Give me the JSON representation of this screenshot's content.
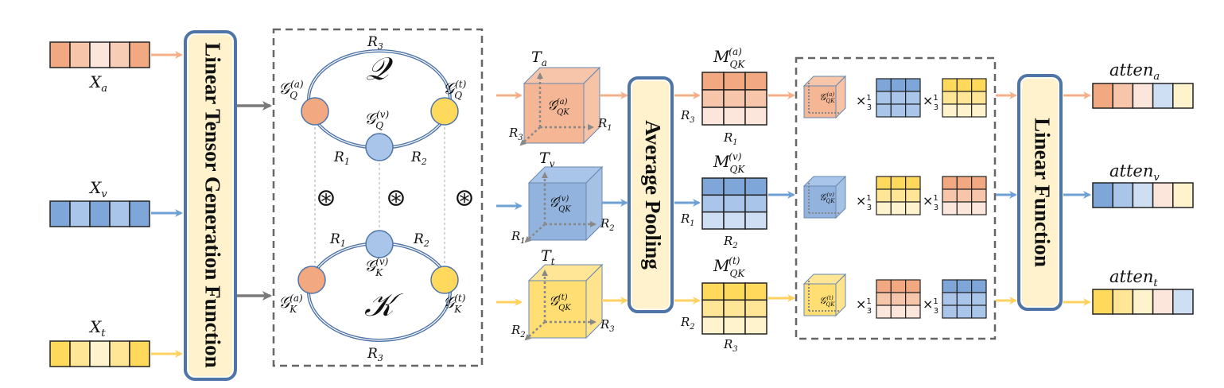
{
  "colors": {
    "orange": [
      "#F2A982",
      "#F7C6AA",
      "#FCE6DB"
    ],
    "blue": [
      "#7FA6D8",
      "#A9C6EA",
      "#CFDFF3"
    ],
    "yellow": [
      "#FFD95C",
      "#FFE697",
      "#FFF3CE"
    ],
    "box_fill": "#FFF2CC",
    "box_border": "#4F74A8",
    "arrow_orange": "#F3B08A",
    "arrow_blue": "#6FA0D4",
    "arrow_yellow": "#FFD260",
    "arrow_gray": "#7A7A7A",
    "dash": "#666666"
  },
  "inputs": {
    "xa": {
      "label": "X",
      "sub": "a",
      "cells": [
        "#F2A982",
        "#F7C6AA",
        "#FCE6DB",
        "#F7CDB5",
        "#F2A982"
      ]
    },
    "xv": {
      "label": "X",
      "sub": "v",
      "cells": [
        "#7FA6D8",
        "#A9C6EA",
        "#7FA6D8",
        "#A9C6EA",
        "#7FA6D8"
      ]
    },
    "xt": {
      "label": "X",
      "sub": "t",
      "cells": [
        "#FFD95C",
        "#FFE697",
        "#FFF3CE",
        "#FFE697",
        "#FFD95C"
      ]
    }
  },
  "boxes": {
    "linear_tensor": "Linear Tensor Generation Function",
    "avg_pool": "Average Pooling",
    "linear_fn": "Linear Function"
  },
  "ring": {
    "q_symbol": "𝒬",
    "k_symbol": "𝒦",
    "g": "𝒢",
    "q_sub": "Q",
    "k_sub": "K",
    "a_sup": "(a)",
    "v_sup": "(v)",
    "t_sup": "(t)",
    "r": "R",
    "r1": "1",
    "r2": "2",
    "r3": "3",
    "conv": "⊛"
  },
  "cubes": {
    "ta": {
      "label": "T",
      "sub": "a",
      "core_sub": "QK",
      "core_sup": "(a)",
      "left": "R",
      "left_sub": "3",
      "right": "R",
      "right_sub": "1"
    },
    "tv": {
      "label": "T",
      "sub": "v",
      "core_sub": "QK",
      "core_sup": "(v)",
      "left": "R",
      "left_sub": "1",
      "right": "R",
      "right_sub": "2"
    },
    "tt": {
      "label": "T",
      "sub": "t",
      "core_sub": "QK",
      "core_sup": "(t)",
      "left": "R",
      "left_sub": "2",
      "right": "R",
      "right_sub": "3"
    }
  },
  "matrices": {
    "ma": {
      "label": "M",
      "sub": "QK",
      "sup": "(a)",
      "left": "R",
      "left_sub": "3",
      "bottom": "R",
      "bottom_sub": "1"
    },
    "mv": {
      "label": "M",
      "sub": "QK",
      "sup": "(v)",
      "left": "R",
      "left_sub": "1",
      "bottom": "R",
      "bottom_sub": "2"
    },
    "mt": {
      "label": "M",
      "sub": "QK",
      "sup": "(t)",
      "left": "R",
      "left_sub": "2",
      "bottom": "R",
      "bottom_sub": "3"
    }
  },
  "products": {
    "times": "×",
    "mode_sup": "1",
    "mode_sub": "3",
    "a_core_sup": "(a)",
    "v_core_sup": "(v)",
    "t_core_sup": "(t)",
    "core_sub": "QK"
  },
  "outputs": {
    "oa": {
      "label": "atten",
      "sub": "a",
      "cells": [
        "#F2A982",
        "#F7C6AA",
        "#FCE6DB",
        "#CFDFF3",
        "#FFF3CE"
      ]
    },
    "ov": {
      "label": "atten",
      "sub": "v",
      "cells": [
        "#7FA6D8",
        "#A9C6EA",
        "#CFDFF3",
        "#FCE6DB",
        "#FFF3CE"
      ]
    },
    "ot": {
      "label": "atten",
      "sub": "t",
      "cells": [
        "#FFD95C",
        "#FFE697",
        "#FFF3CE",
        "#FCE6DB",
        "#CFDFF3"
      ]
    }
  }
}
